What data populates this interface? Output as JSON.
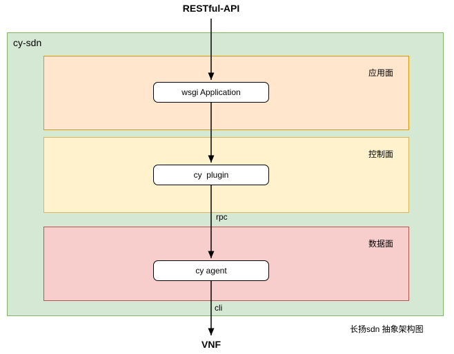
{
  "diagram": {
    "top_title": "RESTful-API",
    "container": {
      "label": "cy-sdn",
      "fill": "#d5e8d4",
      "stroke": "#82b366"
    },
    "planes": [
      {
        "label": "应用面",
        "node": "wsgi Application",
        "fill": "#ffe6cc",
        "stroke": "#d79b00"
      },
      {
        "label": "控制面",
        "node": "cy  plugin",
        "fill": "#fff2cc",
        "stroke": "#d6b656"
      },
      {
        "label": "数据面",
        "node": "cy agent",
        "fill": "#f8cecc",
        "stroke": "#b85450"
      }
    ],
    "edge_labels": {
      "rpc": "rpc",
      "cli": "cli"
    },
    "bottom_title": "VNF",
    "caption": "长扬sdn 抽象架构图",
    "edge_color": "#000000",
    "node_fill": "#ffffff",
    "node_stroke": "#000000"
  }
}
